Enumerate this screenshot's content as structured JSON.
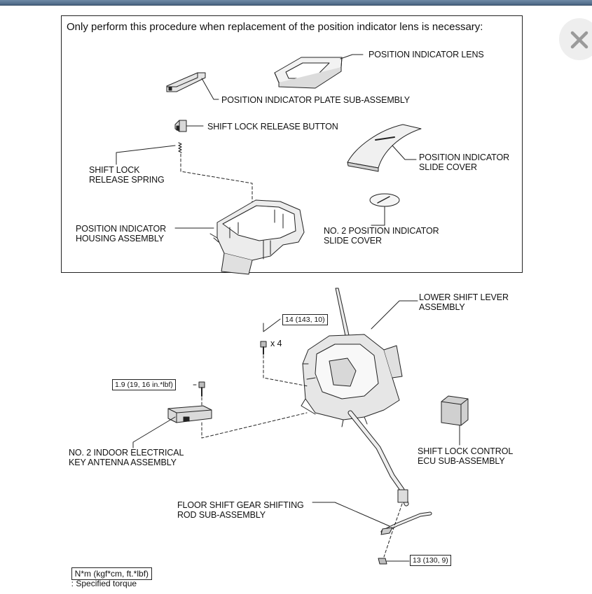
{
  "header_note": "Only perform this procedure when replacement of the position indicator lens is necessary:",
  "labels": {
    "position_indicator_lens": "POSITION INDICATOR LENS",
    "position_indicator_plate": "POSITION INDICATOR PLATE SUB-ASSEMBLY",
    "shift_lock_release_button": "SHIFT LOCK RELEASE BUTTON",
    "shift_lock_release_spring": "SHIFT LOCK\nRELEASE SPRING",
    "position_indicator_slide_cover": "POSITION INDICATOR\nSLIDE COVER",
    "no2_position_indicator_slide_cover": "NO. 2 POSITION INDICATOR\nSLIDE COVER",
    "position_indicator_housing": "POSITION INDICATOR\nHOUSING ASSEMBLY",
    "lower_shift_lever": "LOWER SHIFT LEVER\nASSEMBLY",
    "shift_lock_control_ecu": "SHIFT LOCK CONTROL\nECU SUB-ASSEMBLY",
    "no2_indoor_key_antenna": "NO. 2 INDOOR ELECTRICAL\nKEY ANTENNA ASSEMBLY",
    "floor_shift_rod": "FLOOR SHIFT GEAR SHIFTING\nROD SUB-ASSEMBLY",
    "bolt_count": "x 4"
  },
  "torques": {
    "lever_bolts": "14 (143, 10)",
    "antenna_bolt": "1.9 (19, 16 in.*lbf)",
    "rod_nut": "13 (130, 9)"
  },
  "legend": {
    "units": "N*m (kgf*cm, ft.*lbf)",
    "description": ": Specified torque"
  },
  "close_icon": "close-icon"
}
